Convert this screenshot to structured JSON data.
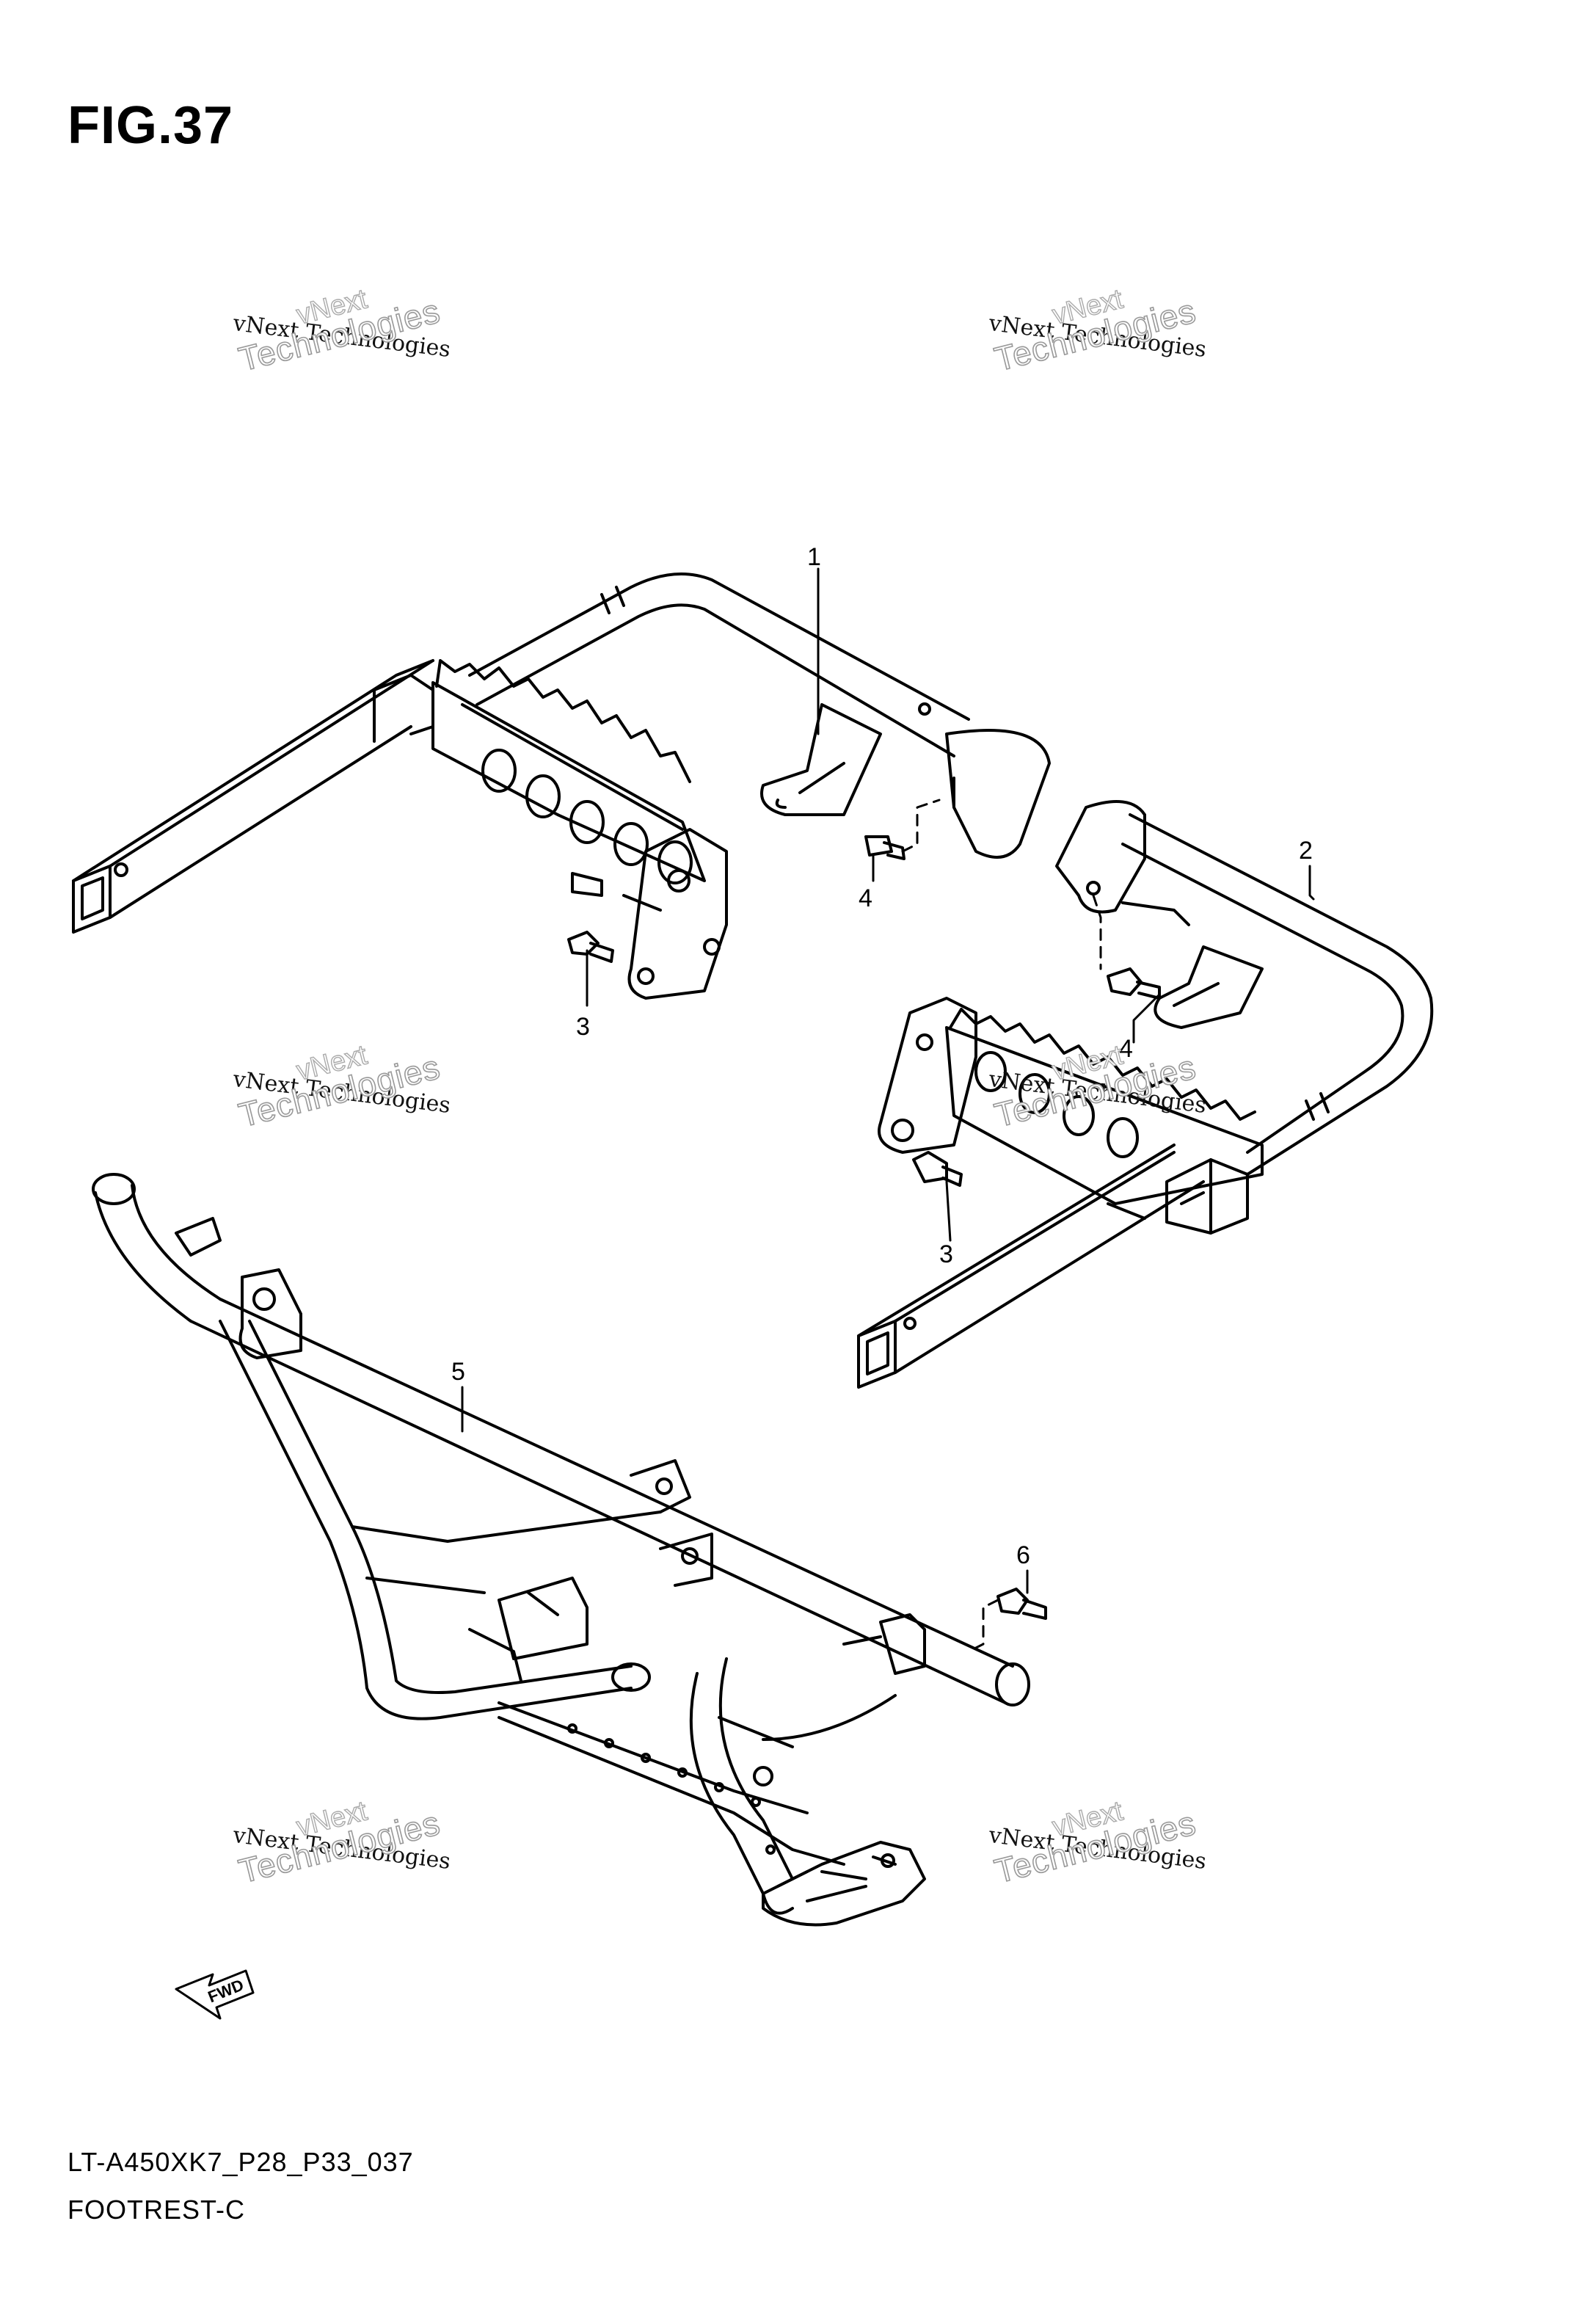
{
  "figure": {
    "title": "FIG.37"
  },
  "watermark": {
    "line0": "vNext",
    "line1": "vNext Technologies",
    "line2": "Technologies"
  },
  "callouts": [
    {
      "label": "1"
    },
    {
      "label": "2"
    },
    {
      "label": "3"
    },
    {
      "label": "3"
    },
    {
      "label": "4"
    },
    {
      "label": "4"
    },
    {
      "label": "5"
    },
    {
      "label": "6"
    }
  ],
  "direction_arrow": {
    "label": "FWD"
  },
  "footer": {
    "model_code": "LT-A450XK7_P28_P33_037",
    "section_name": "FOOTREST-C"
  },
  "colors": {
    "line": "#000000",
    "background": "#ffffff",
    "watermark_outline": "#999999"
  }
}
